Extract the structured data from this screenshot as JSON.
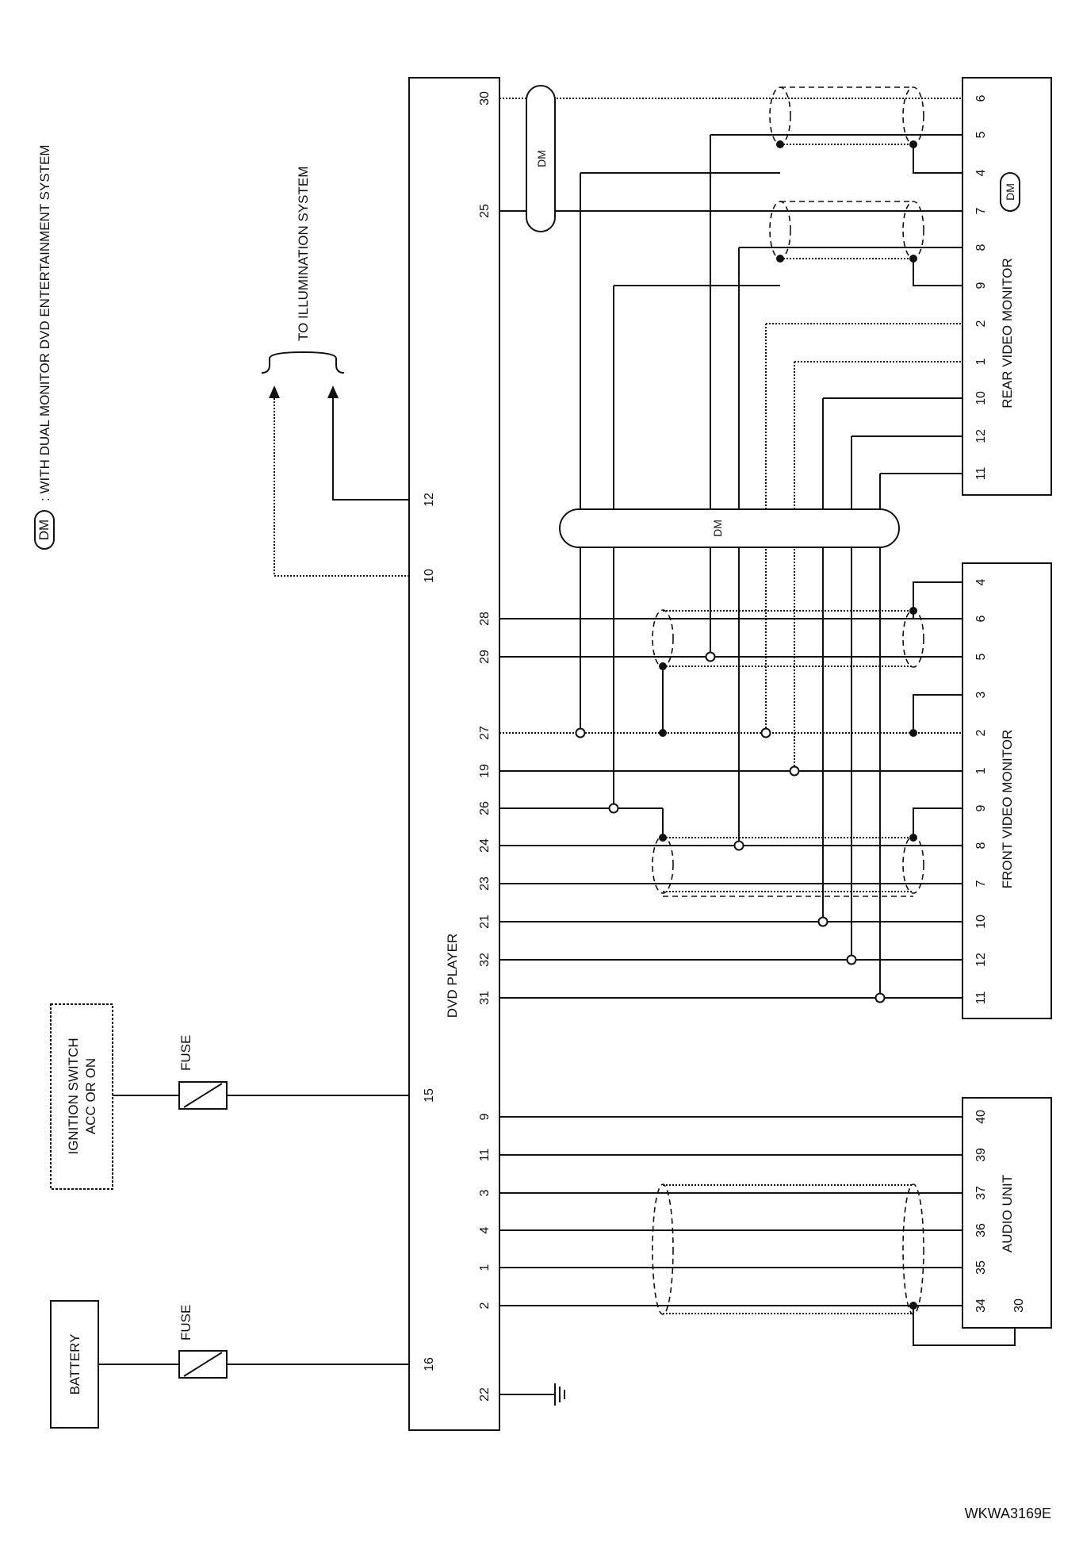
{
  "legend": {
    "badge": "DM",
    "text": ": WITH DUAL MONITOR DVD ENTERTAINMENT SYSTEM"
  },
  "illumination": {
    "label": "TO ILLUMINATION SYSTEM"
  },
  "components": {
    "battery": "BATTERY",
    "ignition_line1": "IGNITION SWITCH",
    "ignition_line2": "ACC OR ON",
    "fuse": "FUSE",
    "dvd_player": "DVD PLAYER",
    "rear_monitor": "REAR VIDEO MONITOR",
    "rear_badge": "DM",
    "front_monitor": "FRONT VIDEO MONITOR",
    "audio_unit": "AUDIO UNIT",
    "dm_bar": "DM"
  },
  "dvd_pins": {
    "p30": "30",
    "p25": "25",
    "p12": "12",
    "p10": "10",
    "p28": "28",
    "p29": "29",
    "p27": "27",
    "p19": "19",
    "p26": "26",
    "p24": "24",
    "p23": "23",
    "p21": "21",
    "p32": "32",
    "p31": "31",
    "p15": "15",
    "p9": "9",
    "p11": "11",
    "p3": "3",
    "p4": "4",
    "p1": "1",
    "p2": "2",
    "p16": "16",
    "p22": "22"
  },
  "rear_pins": [
    "6",
    "5",
    "4",
    "7",
    "8",
    "9",
    "2",
    "1",
    "10",
    "12",
    "11"
  ],
  "front_pins": [
    "4",
    "6",
    "5",
    "3",
    "2",
    "1",
    "9",
    "8",
    "7",
    "10",
    "12",
    "11"
  ],
  "audio_pins": [
    "40",
    "39",
    "37",
    "36",
    "35",
    "34",
    "30"
  ],
  "figure_ref": "WKWA3169E"
}
